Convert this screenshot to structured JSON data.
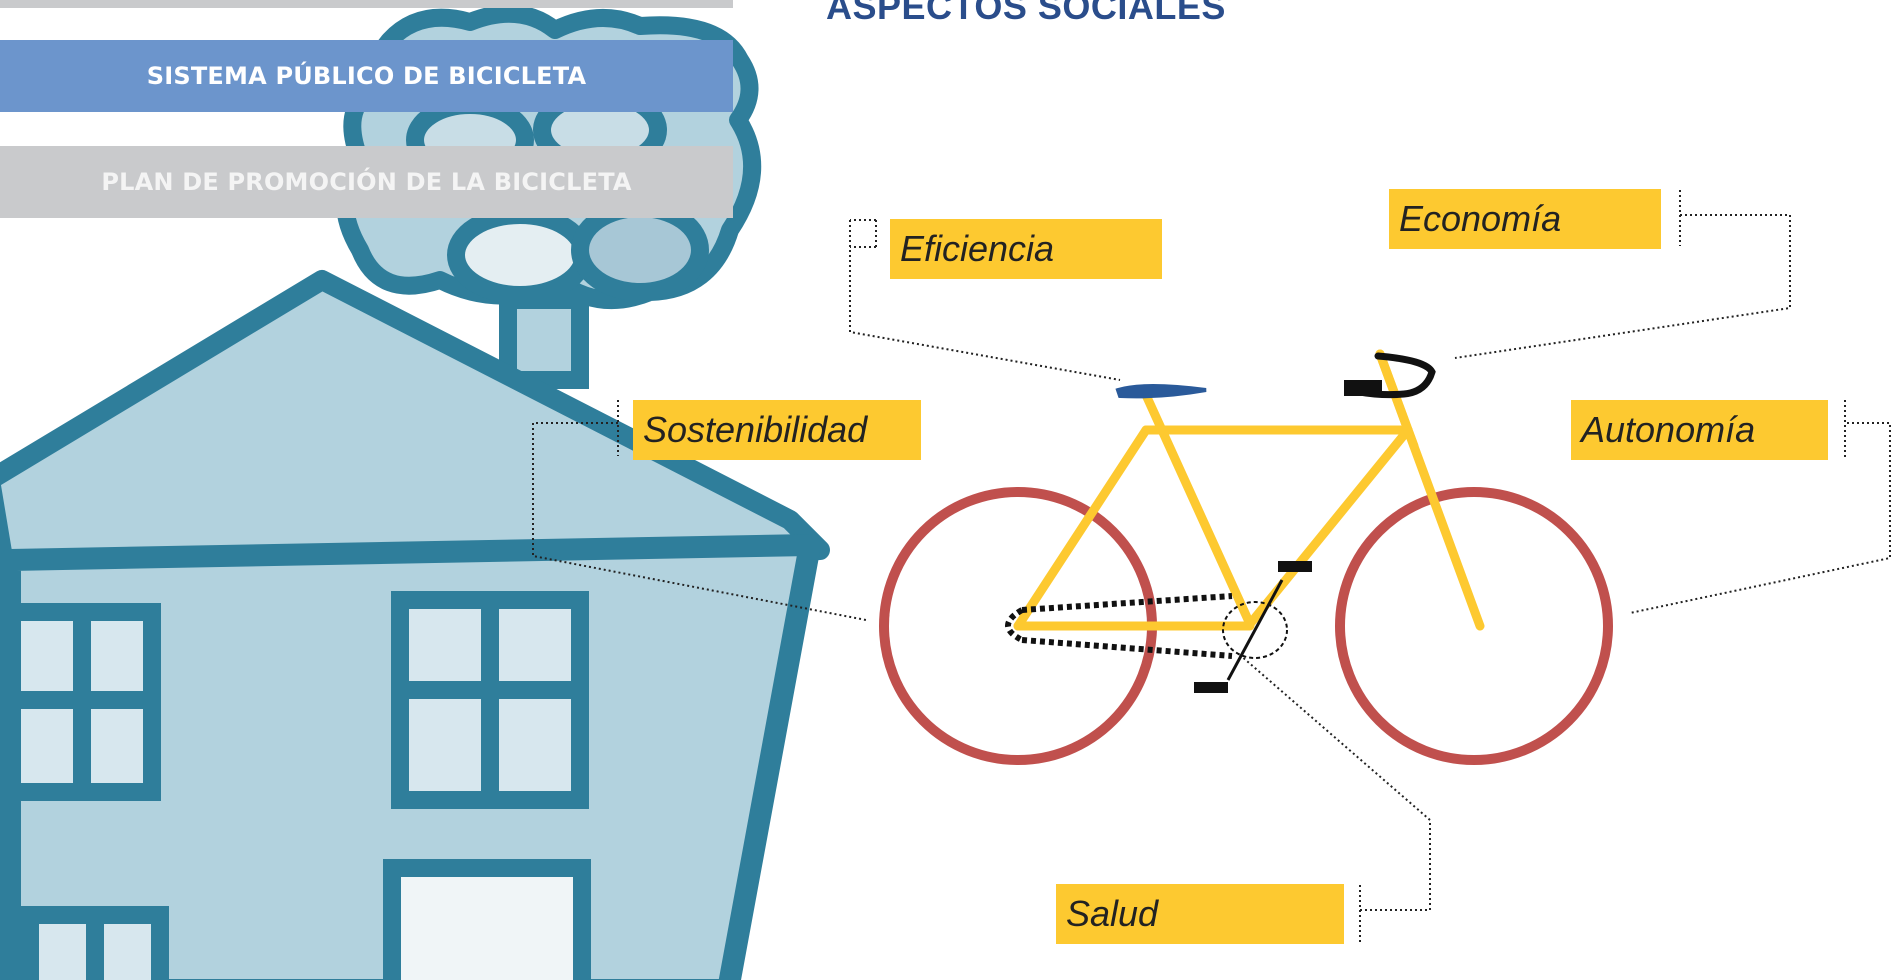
{
  "nav": {
    "primary_label": "SISTEMA PÚBLICO DE BICICLETA",
    "secondary_label": "PLAN DE PROMOCIÓN DE LA BICICLETA"
  },
  "page": {
    "title": "ASPECTOS SOCIALES"
  },
  "aspects": {
    "eficiencia": "Eficiencia",
    "economia": "Economía",
    "sostenibilidad": "Sostenibilidad",
    "autonomia": "Autonomía",
    "salud": "Salud"
  },
  "colors": {
    "nav_primary": "#6c95cc",
    "nav_secondary": "#c9cacc",
    "title": "#2a4d8b",
    "label_background": "#fdc930",
    "bike_frame": "#fdc930",
    "bike_wheels": "#c0504d",
    "house": "#2f7e9b",
    "house_fill": "#b2d2de"
  }
}
